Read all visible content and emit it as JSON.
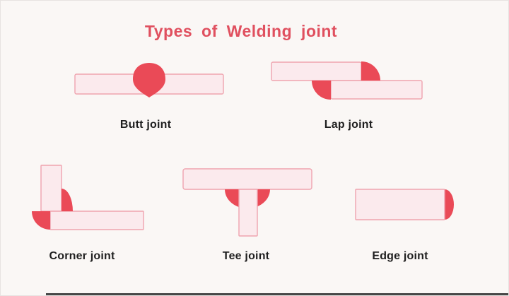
{
  "title": "Types of Welding joint",
  "colors": {
    "background": "#faf7f5",
    "title_text": "#e0505f",
    "weld": "#ea4a57",
    "plate_fill": "#fbeaed",
    "plate_border": "#efa4af",
    "label_text": "#1f1f1f",
    "footer_bar": "#474747"
  },
  "joints": [
    {
      "id": "butt",
      "label": "Butt joint"
    },
    {
      "id": "lap",
      "label": "Lap joint"
    },
    {
      "id": "corner",
      "label": "Corner joint"
    },
    {
      "id": "tee",
      "label": "Tee joint"
    },
    {
      "id": "edge",
      "label": "Edge joint"
    }
  ]
}
